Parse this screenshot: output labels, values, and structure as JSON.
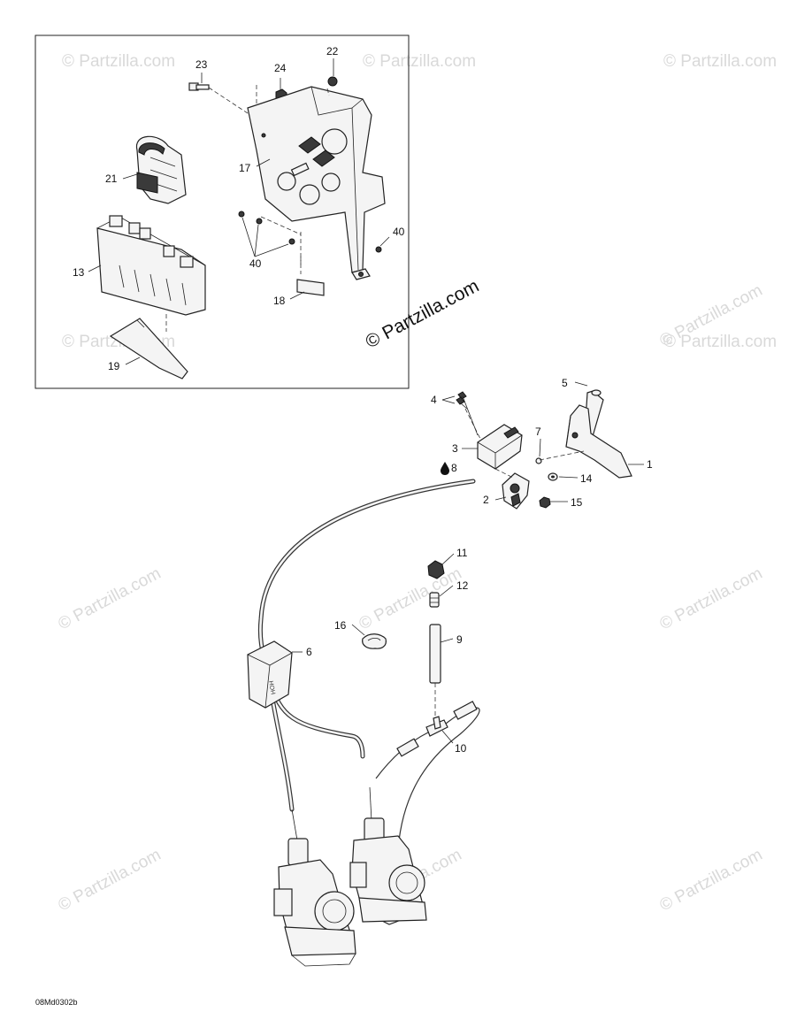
{
  "watermarks": {
    "small": "© Partzilla.com",
    "main": "© Partzilla.com"
  },
  "callouts": {
    "c23": "23",
    "c24": "24",
    "c22": "22",
    "c21": "21",
    "c17": "17",
    "c13": "13",
    "c40a": "40",
    "c40b": "40",
    "c18": "18",
    "c19": "19",
    "c5": "5",
    "c4": "4",
    "c3": "3",
    "c7": "7",
    "c1": "1",
    "c8": "8",
    "c14": "14",
    "c2": "2",
    "c15": "15",
    "c11": "11",
    "c12": "12",
    "c16": "16",
    "c9": "9",
    "c6": "6",
    "c10": "10"
  },
  "diagram_code": "08Md0302b",
  "colors": {
    "line": "#222222",
    "watermark": "#d9d9d9",
    "part_fill": "#f4f4f4"
  }
}
